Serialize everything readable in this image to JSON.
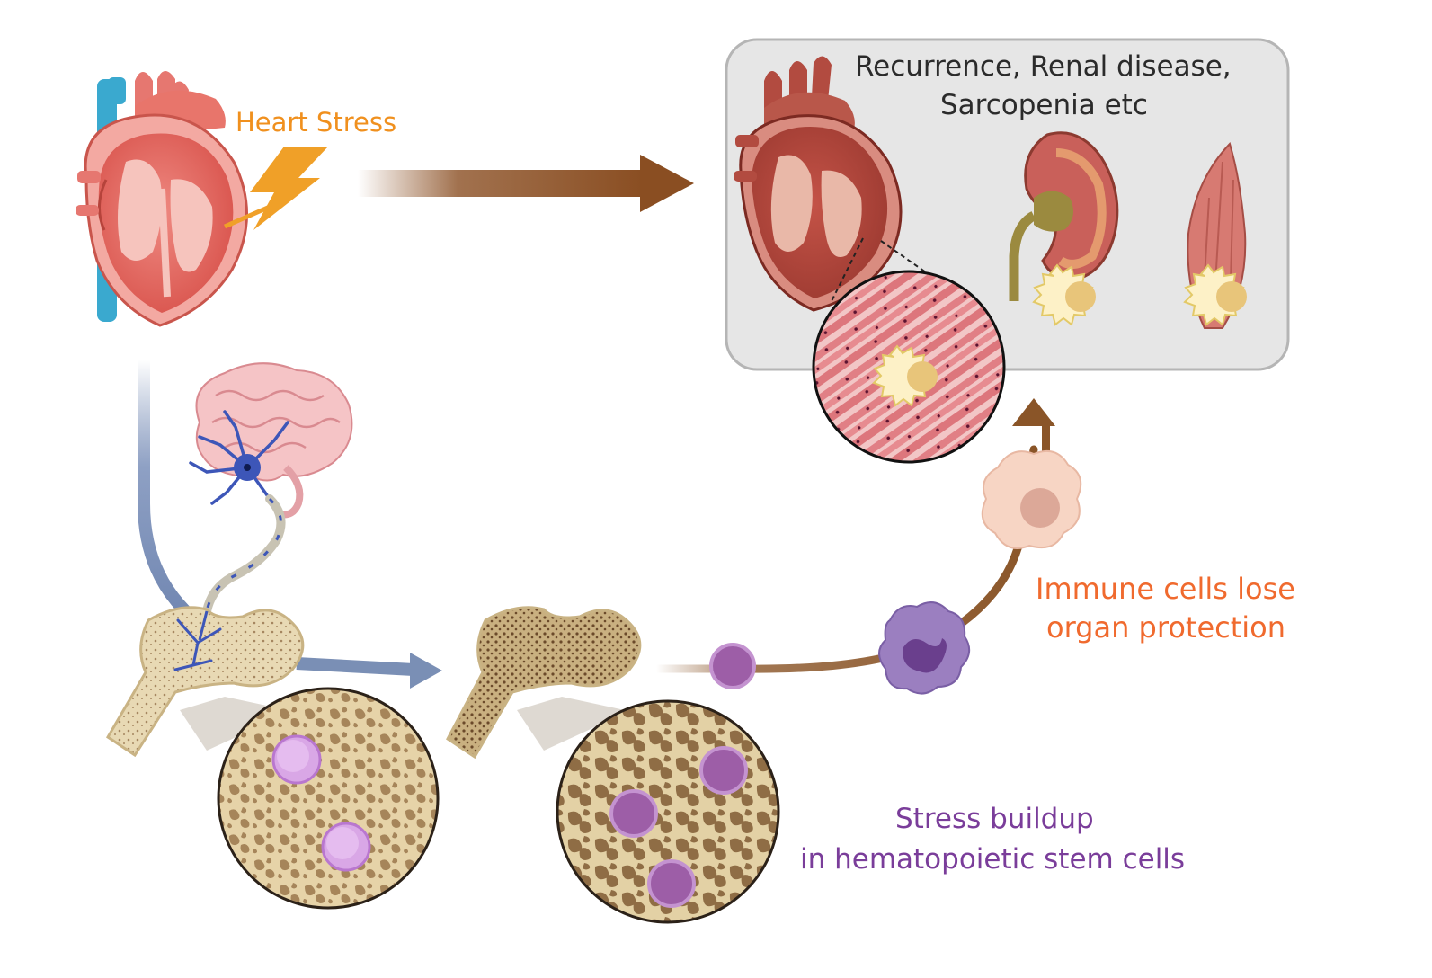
{
  "labels": {
    "heart_stress": "Heart Stress",
    "outcome_line1": "Recurrence, Renal disease,",
    "outcome_line2": "Sarcopenia etc",
    "immune_line1": "Immune cells lose",
    "immune_line2": "organ protection",
    "stem_line1": "Stress buildup",
    "stem_line2": "in hematopoietic stem cells"
  },
  "colors": {
    "heart_stress_text": "#f0901e",
    "immune_text": "#f06a2e",
    "stem_text": "#7a3d9a",
    "outcome_text": "#2b2b2b",
    "top_arrow": "#8a4e22",
    "blue_arrow": "#7a8fb5",
    "brown_arrow": "#8a5528",
    "panel_fill": "#e6e6e6",
    "panel_stroke": "#b5b5b5"
  },
  "icons": [
    "heart-icon",
    "lightning-bolt-icon",
    "brain-icon",
    "neuron-icon",
    "bone-icon",
    "bone-marrow-magnifier-icon",
    "stem-cell-icon",
    "monocyte-icon",
    "macrophage-icon",
    "kidney-icon",
    "muscle-icon",
    "heart-tissue-magnifier-icon"
  ]
}
